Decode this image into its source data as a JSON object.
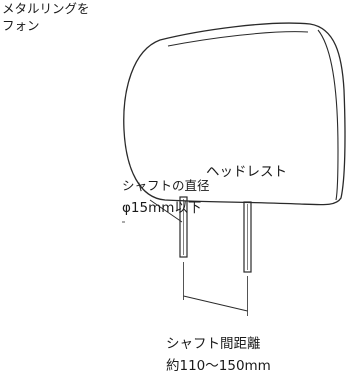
{
  "top_note": {
    "line1": "メタルリングを",
    "line2": "フォン"
  },
  "headrest": {
    "label": "ヘッドレスト"
  },
  "shaft_diameter": {
    "line1": "シャフトの直径",
    "line2": "φ15mm以下"
  },
  "shaft_spacing": {
    "line1": "シャフト間距離",
    "line2": "約110〜150mm"
  }
}
